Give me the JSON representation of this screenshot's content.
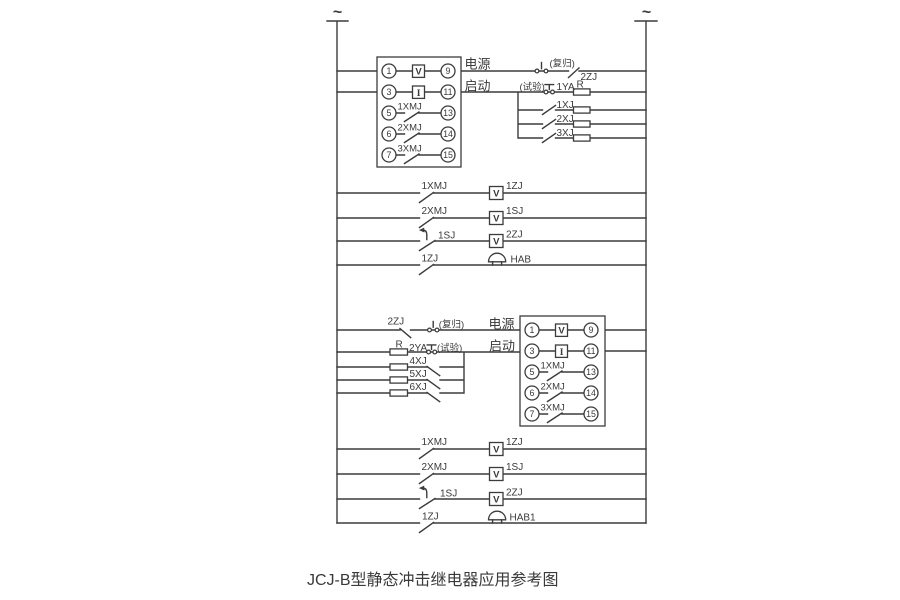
{
  "caption": "JCJ-B型静态冲击继电器应用参考图",
  "ac_symbol": "~",
  "colors": {
    "line": "#3c3c3c",
    "text": "#3a3a3a",
    "background": "#ffffff"
  },
  "relay_box": {
    "power_label": "电源",
    "start_label": "启动",
    "left_terminals": [
      "1",
      "3",
      "5",
      "6",
      "7"
    ],
    "right_terminals": [
      "9",
      "11",
      "13",
      "14",
      "15"
    ],
    "voltage_element": "V",
    "current_element": "I",
    "internal_contacts": [
      "1XMJ",
      "2XMJ",
      "3XMJ"
    ]
  },
  "top_circuit": {
    "reset_label": "(复归)",
    "reset_contact": "2ZJ",
    "test_label": "(试验)",
    "test_strap": "1YA",
    "resistor_label": "R",
    "branches": [
      "1XJ",
      "2XJ",
      "3XJ"
    ]
  },
  "bottom_circuit": {
    "series_contact": "2ZJ",
    "reset_label": "(复归)",
    "resistor_label": "R",
    "test_strap": "2YA",
    "test_label": "(试验)",
    "branches": [
      "4XJ",
      "5XJ",
      "6XJ"
    ]
  },
  "signal_rows_top": [
    {
      "contact": "1XMJ",
      "element": "V",
      "output": "1ZJ"
    },
    {
      "contact": "2XMJ",
      "element": "V",
      "output": "1SJ"
    },
    {
      "contact": "1SJ",
      "element": "V",
      "output": "2ZJ"
    },
    {
      "contact": "1ZJ",
      "bell": "HAB"
    }
  ],
  "signal_rows_bottom": [
    {
      "contact": "1XMJ",
      "element": "V",
      "output": "1ZJ"
    },
    {
      "contact": "2XMJ",
      "element": "V",
      "output": "1SJ"
    },
    {
      "contact": "1SJ",
      "element": "V",
      "output": "2ZJ"
    },
    {
      "contact": "1ZJ",
      "bell": "HAB1"
    }
  ]
}
